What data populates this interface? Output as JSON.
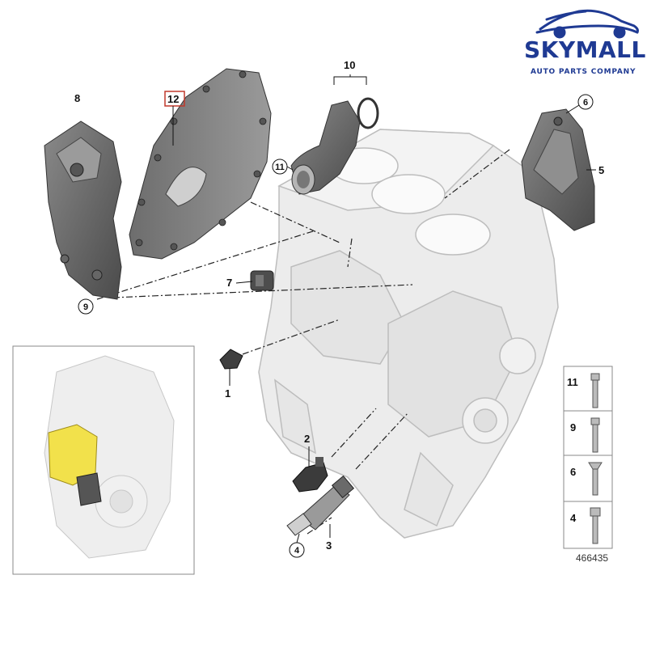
{
  "brand": {
    "name": "SKYMALL",
    "tagline": "AUTO PARTS COMPANY",
    "color": "#1f3a93",
    "logo_icon": "car-silhouette-icon"
  },
  "diagram": {
    "part_number": "466435",
    "highlight_color": "#f2e14b",
    "callouts": {
      "c1": "1",
      "c2": "2",
      "c3": "3",
      "c4": "4",
      "c5": "5",
      "c6": "6",
      "c7": "7",
      "c8": "8",
      "c9": "9",
      "c10": "10",
      "c11": "11",
      "c12": "12"
    },
    "fasteners": {
      "f11": "11",
      "f9": "9",
      "f6": "6",
      "f4": "4"
    }
  }
}
